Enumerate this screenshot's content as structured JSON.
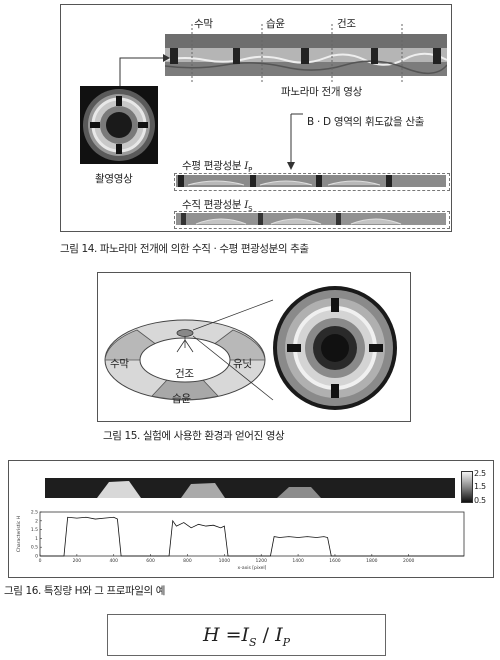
{
  "figure14": {
    "zone_labels": [
      "수막",
      "습윤",
      "건조"
    ],
    "panorama_label": "파노라마 전개 영상",
    "photo_label": "촬영영상",
    "calc_label": "B · D 영역의 휘도값을 산출",
    "horiz_label": "수평 편광성분",
    "horiz_symbol": "I",
    "horiz_sub": "P",
    "vert_label": "수직 편광성분",
    "vert_symbol": "I",
    "vert_sub": "S",
    "caption": "그림 14. 파노라마 전개에 의한 수직 · 수평 편광성분의 추출"
  },
  "figure15": {
    "ring_labels": [
      "수막",
      "건조",
      "유닛",
      "습윤"
    ],
    "caption": "그림 15. 실험에 사용한 환경과 얻어진 영상"
  },
  "figure16": {
    "colorbar_ticks": [
      "2.5",
      "1.5",
      "0.5"
    ],
    "ylabel": "Characteristic H",
    "xlabel": "x-axis [pixel]",
    "caption": "그림 16. 특징량 H와 그 프로파일의 예"
  },
  "chart_data": {
    "type": "line",
    "xlabel": "x-axis [pixel]",
    "ylabel": "Characteristic H",
    "xlim": [
      0,
      2300
    ],
    "ylim": [
      0,
      2.5
    ],
    "x_ticks": [
      0,
      200,
      400,
      600,
      800,
      1000,
      1200,
      1400,
      1600,
      1800,
      2000
    ],
    "y_ticks": [
      0,
      0.5,
      1,
      1.5,
      2,
      2.5
    ],
    "series": [
      {
        "x": [
          0,
          130,
          150,
          200,
          250,
          300,
          350,
          400,
          420,
          440,
          700,
          720,
          740,
          780,
          820,
          860,
          900,
          940,
          980,
          1000,
          1020,
          1200,
          1250,
          1270,
          1300,
          1350,
          1400,
          1450,
          1500,
          1540,
          1560,
          1580,
          2300
        ],
        "y": [
          0,
          0,
          2.2,
          2.15,
          2.2,
          2.1,
          2.15,
          2.2,
          2.1,
          0,
          0,
          2.0,
          1.7,
          1.9,
          1.6,
          1.8,
          1.7,
          1.75,
          1.6,
          1.7,
          0,
          0,
          0,
          1.1,
          1.05,
          1.1,
          1.05,
          1.1,
          1.05,
          1.1,
          1.05,
          0,
          0
        ]
      }
    ],
    "grid": false
  },
  "formula": {
    "lhs": "H",
    "eq": "=",
    "num": "I",
    "num_sub": "S",
    "slash": "/",
    "den": "I",
    "den_sub": "P"
  }
}
